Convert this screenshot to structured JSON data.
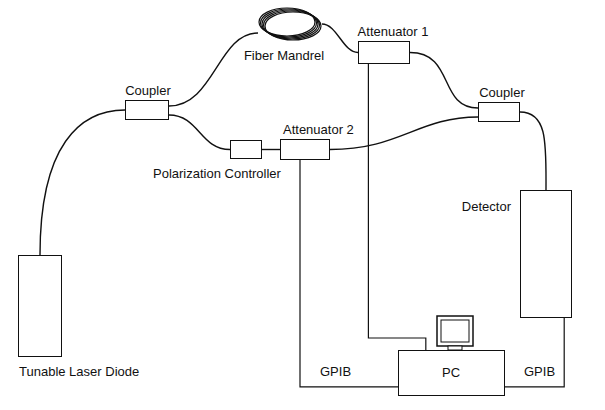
{
  "diagram": {
    "nodes": [
      {
        "text": [
          "Tunable Laser Diode"
        ]
      },
      {
        "text": [
          "Coupler"
        ]
      },
      {
        "text": [
          "Fiber Mandrel"
        ]
      },
      {
        "text": [
          "Attenuator 1"
        ]
      },
      {
        "text": [
          "Polarization Controller"
        ]
      },
      {
        "text": [
          "Attenuator 2"
        ]
      },
      {
        "text": [
          "Coupler"
        ]
      },
      {
        "text": [
          "Detector"
        ]
      },
      {
        "text": [
          "PC"
        ]
      }
    ],
    "edges": [
      {
        "from": 0,
        "to": 1,
        "arrow": "none"
      },
      {
        "from": 1,
        "to": 2,
        "arrow": "none"
      },
      {
        "from": 2,
        "to": 3,
        "arrow": "none"
      },
      {
        "from": 3,
        "to": 6,
        "arrow": "none"
      },
      {
        "from": 1,
        "to": 4,
        "arrow": "none"
      },
      {
        "from": 4,
        "to": 5,
        "arrow": "none"
      },
      {
        "from": 5,
        "to": 6,
        "arrow": "none"
      },
      {
        "from": 6,
        "to": 7,
        "arrow": "none"
      },
      {
        "from": 3,
        "to": 8,
        "arrow": "none"
      },
      {
        "from": 5,
        "to": 8,
        "label": "GPIB",
        "arrow": "none"
      },
      {
        "from": 7,
        "to": 8,
        "label": "GPIB",
        "arrow": "none"
      }
    ]
  }
}
